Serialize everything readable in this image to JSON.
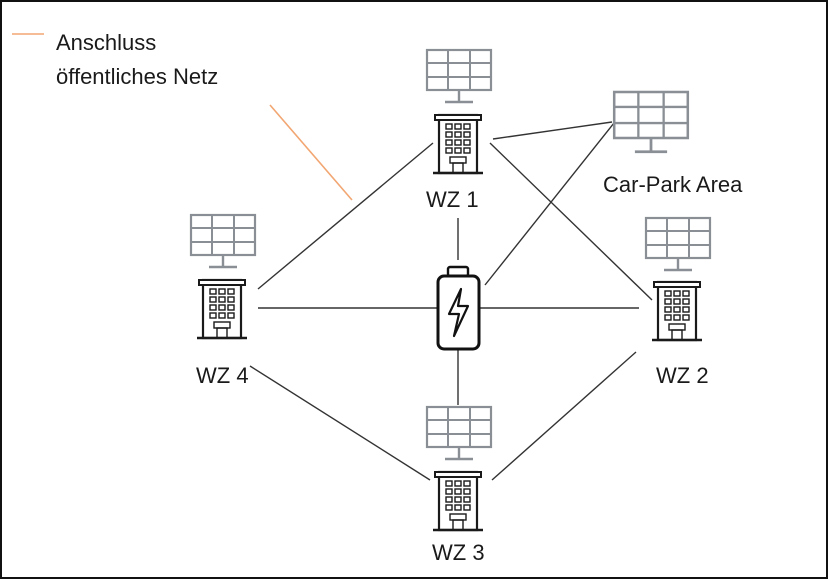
{
  "legend": {
    "line_label_1": "Anschluss",
    "line_label_2": "öffentliches Netz",
    "line_color": "#f2a672"
  },
  "nodes": {
    "wz1": "WZ 1",
    "wz2": "WZ 2",
    "wz3": "WZ 3",
    "wz4": "WZ 4",
    "carpark": "Car-Park Area"
  },
  "colors": {
    "panel_stroke": "#8a8f96",
    "building_stroke": "#1a1a1a",
    "connection_line": "#333333",
    "border": "#111111"
  },
  "icons": [
    "solar-panel-icon",
    "office-building-icon",
    "battery-charging-icon"
  ]
}
